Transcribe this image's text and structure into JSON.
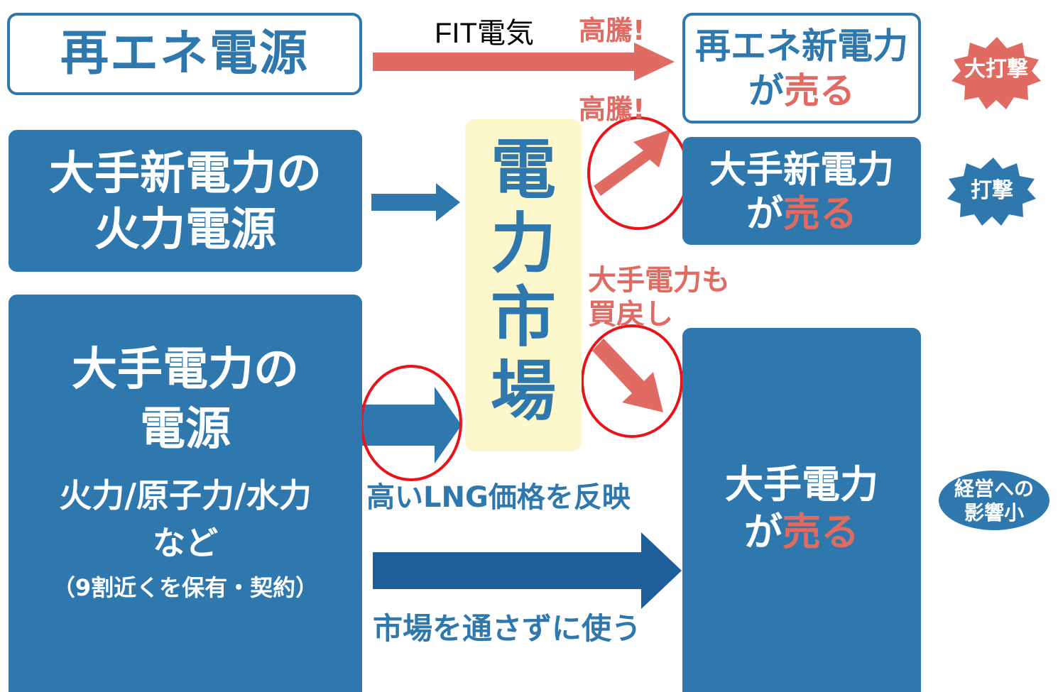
{
  "sources": {
    "renewable": {
      "label": "再エネ電源"
    },
    "major_new": {
      "line1": "大手新電力の",
      "line2": "火力電源"
    },
    "major_utility": {
      "line1": "大手電力の",
      "line2": "電源",
      "line3": "火力/原子力/水力",
      "line4": "など",
      "note": "（9割近くを保有・契約）"
    }
  },
  "market": {
    "chars": [
      "電",
      "力",
      "市",
      "場"
    ]
  },
  "annotations": {
    "fit": "FIT電気",
    "surge1": "高騰!",
    "surge2": "高騰!",
    "buyback_line1": "大手電力も",
    "buyback_line2": "買戻し",
    "lng": "高いLNG価格を反映",
    "direct": "市場を通さずに使う"
  },
  "sellers": {
    "renewable_new": {
      "line1": "再エネ新電力",
      "prefix": "が",
      "verb": "売る"
    },
    "major_new": {
      "line1": "大手新電力",
      "prefix": "が",
      "verb": "売る"
    },
    "major_utility": {
      "line1": "大手電力",
      "prefix": "が",
      "verb": "売る"
    }
  },
  "impacts": {
    "big_hit": "大打撃",
    "hit": "打撃",
    "small_line1": "経営への",
    "small_line2": "影響小"
  },
  "colors": {
    "blue": "#2f78ad",
    "dark_blue": "#1e5e9b",
    "red": "#e06b62",
    "market_bg": "#fdf7cc",
    "circle": "#e8141a"
  }
}
